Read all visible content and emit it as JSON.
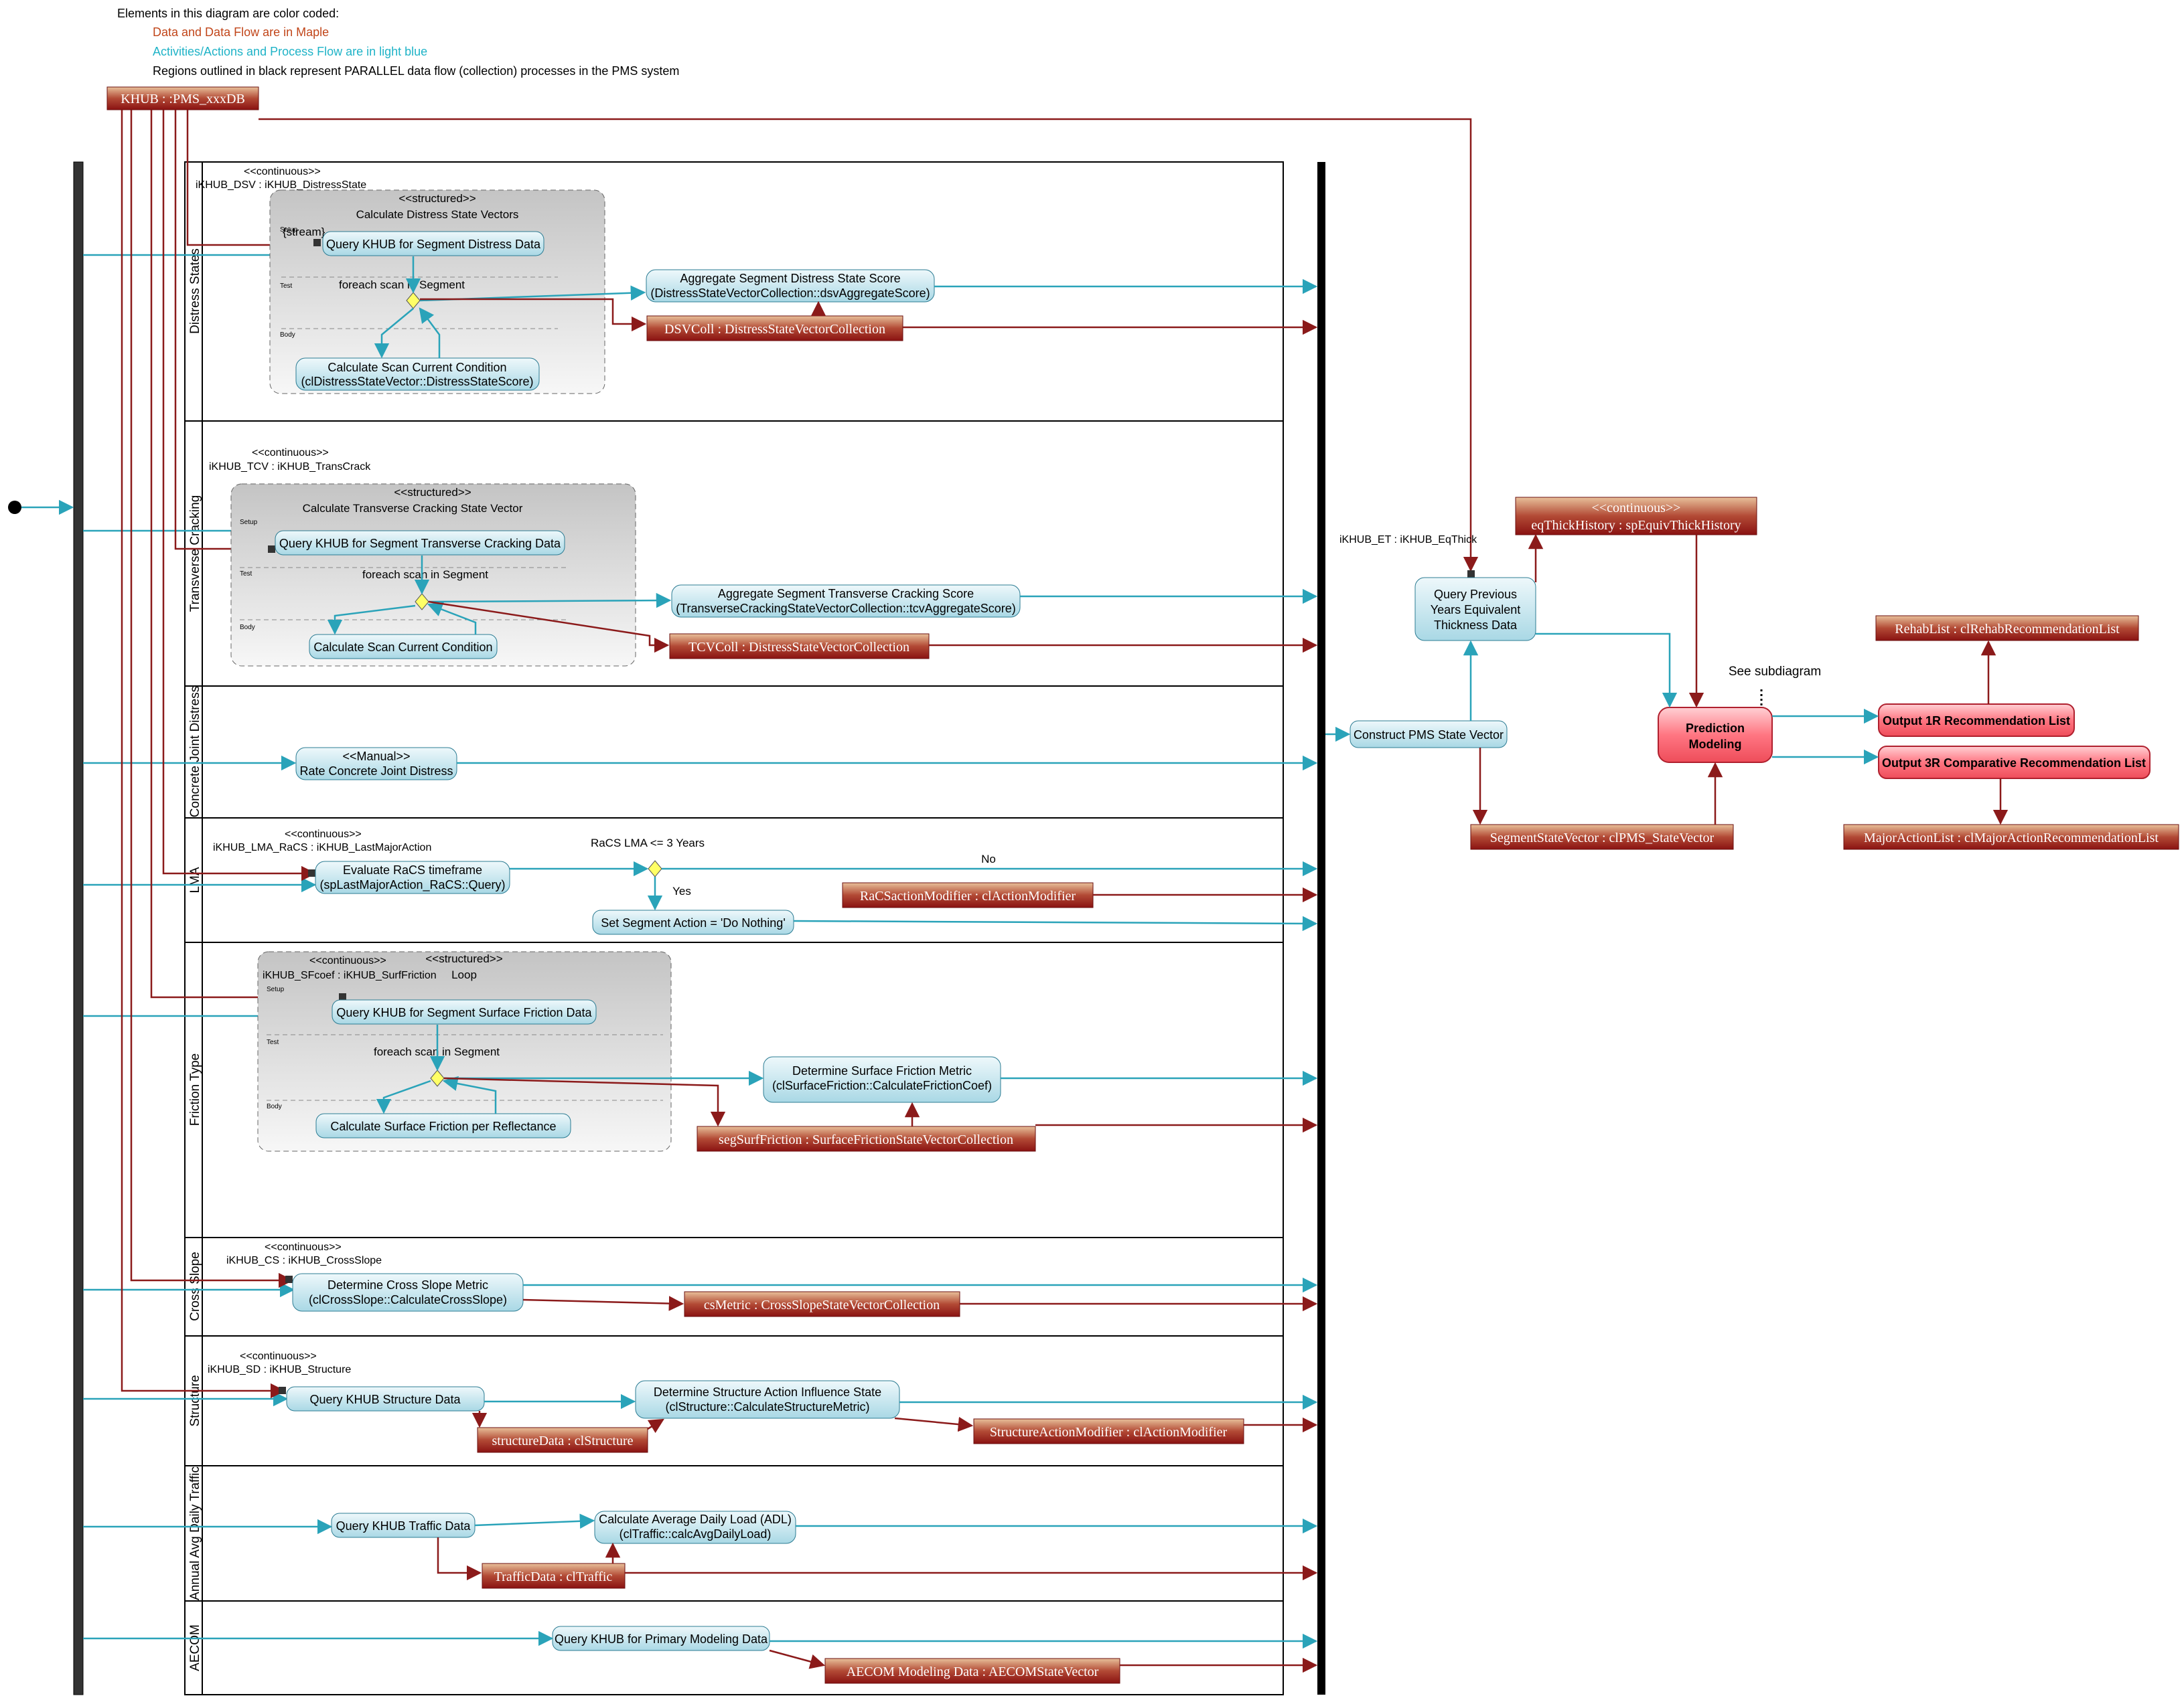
{
  "legend": {
    "title": "Elements in this diagram are color coded:",
    "maple": "Data and Data Flow are in Maple",
    "blue": "Activities/Actions and Process Flow are in light blue",
    "black": "Regions outlined in black represent PARALLEL data flow (collection) processes in the PMS system"
  },
  "colors": {
    "maple": "#8b1a1a",
    "blue": "#2aa3b9",
    "maple_text": "#c1461a",
    "blue_text": "#1fb3c7"
  },
  "db": "KHUB : :PMS_xxxDB",
  "lanes": [
    "Distress States",
    "Transverse Cracking",
    "Concrete Joint Distress",
    "LMA",
    "Friction Type",
    "Cross Slope",
    "Structure",
    "Annual Avg Daily Traffic",
    "AECOM"
  ],
  "common": {
    "structured": "<<structured>>",
    "continuous": "<<continuous>>",
    "setup": "Setup",
    "test": "Test",
    "body": "Body",
    "foreach": "foreach scan in Segment"
  },
  "ds": {
    "tag": "iKHUB_DSV : iKHUB_DistressState",
    "title": "Calculate Distress State Vectors",
    "stream": "{stream}",
    "query": "Query KHUB for Segment Distress Data",
    "calc1": "Calculate Scan Current Condition",
    "calc2": "(clDistressStateVector::DistressStateScore)",
    "agg1": "Aggregate Segment Distress State Score",
    "agg2": "(DistressStateVectorCollection::dsvAggregateScore)",
    "coll": "DSVColl : DistressStateVectorCollection"
  },
  "tc": {
    "tag": "iKHUB_TCV : iKHUB_TransCrack",
    "title": "Calculate Transverse Cracking State Vector",
    "query": "Query KHUB for Segment Transverse Cracking Data",
    "calc": "Calculate Scan Current Condition",
    "agg1": "Aggregate Segment Transverse Cracking Score",
    "agg2": "(TransverseCrackingStateVectorCollection::tcvAggregateScore)",
    "coll": "TCVColl : DistressStateVectorCollection"
  },
  "cj": {
    "manual": "<<Manual>>",
    "rate": "Rate Concrete Joint Distress"
  },
  "lma": {
    "tag": "iKHUB_LMA_RaCS : iKHUB_LastMajorAction",
    "eval1": "Evaluate RaCS timeframe",
    "eval2": "(spLastMajorAction_RaCS::Query)",
    "cond": "RaCS LMA <= 3 Years",
    "no": "No",
    "yes": "Yes",
    "set": "Set Segment Action = 'Do Nothing'",
    "mod": "RaCSactionModifier : clActionModifier"
  },
  "ft": {
    "tag": "iKHUB_SFcoef : iKHUB_SurfFriction",
    "loop": "Loop",
    "query": "Query KHUB for Segment Surface Friction Data",
    "calc": "Calculate Surface Friction per Reflectance",
    "det1": "Determine Surface Friction Metric",
    "det2": "(clSurfaceFriction::CalculateFrictionCoef)",
    "coll": "segSurfFriction : SurfaceFrictionStateVectorCollection"
  },
  "cs": {
    "tag": "iKHUB_CS : iKHUB_CrossSlope",
    "det1": "Determine Cross Slope Metric",
    "det2": "(clCrossSlope::CalculateCrossSlope)",
    "coll": "csMetric : CrossSlopeStateVectorCollection"
  },
  "st": {
    "tag": "iKHUB_SD : iKHUB_Structure",
    "query": "Query KHUB Structure Data",
    "det1": "Determine Structure Action Influence State",
    "det2": "(clStructure::CalculateStructureMetric)",
    "data": "structureData : clStructure",
    "mod": "StructureActionModifier : clActionModifier"
  },
  "tr": {
    "query": "Query KHUB Traffic Data",
    "calc1": "Calculate Average Daily Load (ADL)",
    "calc2": "(clTraffic::calcAvgDailyLoad)",
    "data": "TrafficData : clTraffic"
  },
  "ae": {
    "query": "Query KHUB for Primary Modeling Data",
    "data": "AECOM Modeling Data : AECOMStateVector"
  },
  "right": {
    "et_tag": "iKHUB_ET : iKHUB_EqThick",
    "eq_cont": "<<continuous>>",
    "eq_hist": "eqThickHistory : spEquivThickHistory",
    "query1": "Query Previous",
    "query2": "Years Equivalent",
    "query3": "Thickness Data",
    "construct": "Construct PMS State Vector",
    "segstate": "SegmentStateVector : clPMS_StateVector",
    "pred1": "Prediction",
    "pred2": "Modeling",
    "subdiagram": "See subdiagram",
    "rehab": "RehabList : clRehabRecommendationList",
    "out1": "Output 1R Recommendation List",
    "out3": "Output 3R Comparative Recommendation List",
    "major": "MajorActionList : clMajorActionRecommendationList"
  }
}
